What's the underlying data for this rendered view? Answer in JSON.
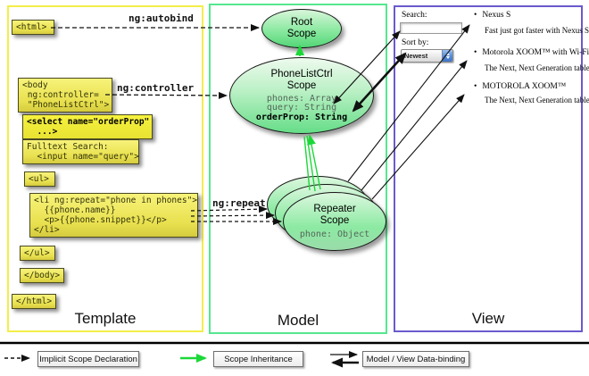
{
  "columns": {
    "template_title": "Template",
    "model_title": "Model",
    "view_title": "View"
  },
  "code_boxes": {
    "html_open": {
      "text": "<html>"
    },
    "body_open": {
      "line1": "<body",
      "line2": " ng:controller=",
      "line3": " \"PhoneListCtrl\">"
    },
    "select_tag": {
      "line1": "<select name=\"orderProp\"",
      "line2": "  ...>"
    },
    "fulltext": {
      "line1": "Fulltext Search:",
      "line2": "  <input name=\"query\">"
    },
    "ul_open": {
      "text": "<ul>"
    },
    "li_repeat": {
      "line1": "<li ng:repeat=\"phone in phones\">",
      "line2": "  {{phone.name}}",
      "line3": "  <p>{{phone.snippet}}</p>",
      "line4": "</li>"
    },
    "ul_close": {
      "text": "</ul>"
    },
    "body_close": {
      "text": "</body>"
    },
    "html_close": {
      "text": "</html>"
    }
  },
  "arrow_labels": {
    "autobind": "ng:autobind",
    "controller": "ng:controller",
    "repeat": "ng:repeat"
  },
  "model": {
    "root_scope": {
      "title1": "Root",
      "title2": "Scope"
    },
    "phonelistctrl_scope": {
      "title1": "PhoneListCtrl",
      "title2": "Scope",
      "prop1": "phones: Array",
      "prop2": "query: String",
      "prop3": "orderProp: String"
    },
    "repeater_scope": {
      "title1": "Repeater",
      "title2": "Scope",
      "prop1": "phone: Object"
    }
  },
  "view": {
    "search_label": "Search:",
    "search_value": "",
    "sort_label": "Sort by:",
    "sort_value": "Newest",
    "bullet": "•",
    "items": [
      {
        "name": "Nexus S",
        "desc": "Fast just got faster with Nexus S."
      },
      {
        "name": "Motorola XOOM™ with Wi-Fi",
        "desc": "The Next, Next Generation tablet."
      },
      {
        "name": "MOTOROLA XOOM™",
        "desc": "The Next, Next Generation tablet."
      }
    ]
  },
  "legend": {
    "implicit": "Implicit Scope Declaration",
    "inheritance": "Scope Inheritance",
    "binding": "Model / View Data-binding"
  },
  "colors": {
    "template_border": "#f3ee48",
    "model_border": "#55e78f",
    "view_border": "#6a5acd",
    "scope_green": "#66dd88",
    "code_yellow": "#ece34c",
    "inheritance_green": "#1bd838"
  }
}
